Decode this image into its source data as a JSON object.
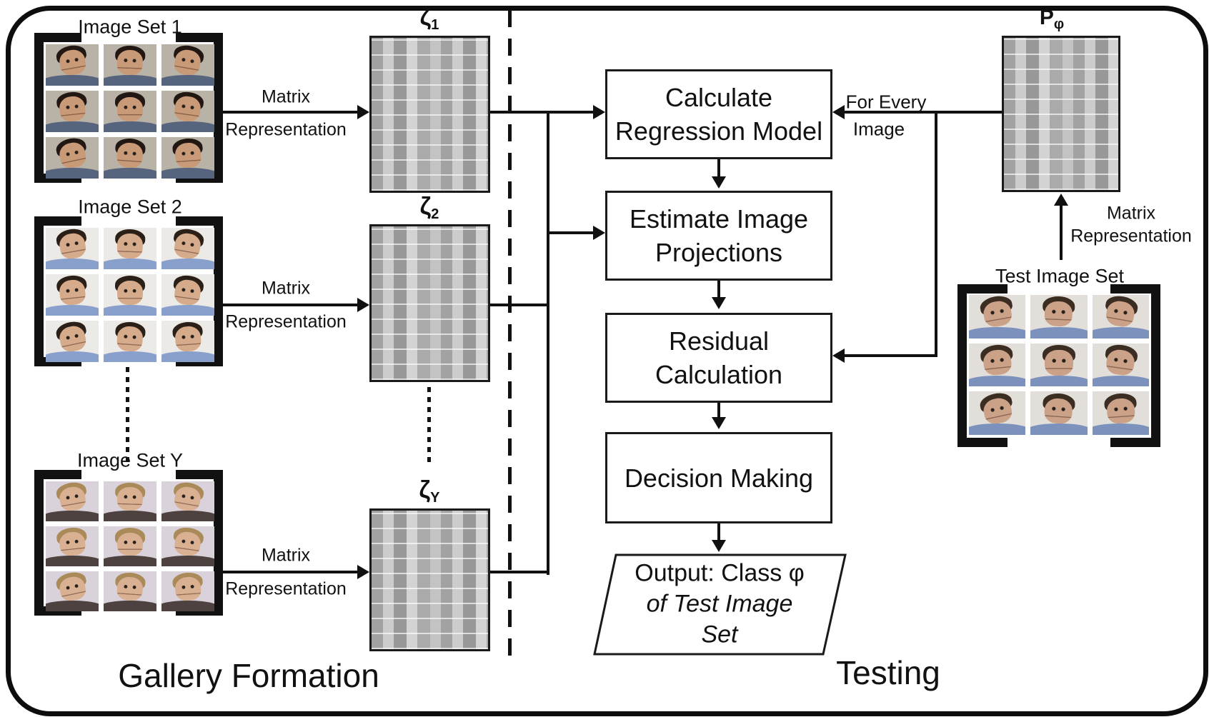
{
  "sections": {
    "gallery": "Gallery Formation",
    "testing": "Testing"
  },
  "labels": {
    "matrix_word": "Matrix",
    "representation_word": "Representation",
    "for_every_line1": "For Every",
    "for_every_line2": "Image"
  },
  "image_sets": [
    {
      "label": "Image Set 1",
      "palette": {
        "bg": "#b9b2a7",
        "skin": "#c99a77",
        "hair": "#221712",
        "shirt": "#56657d"
      }
    },
    {
      "label": "Image Set 2",
      "palette": {
        "bg": "#eceae6",
        "skin": "#d6ab8b",
        "hair": "#2b2018",
        "shirt": "#8aa0cc"
      }
    },
    {
      "label": "Image Set Y",
      "palette": {
        "bg": "#d9d2db",
        "skin": "#d9b091",
        "hair": "#a98a58",
        "shirt": "#4e4240"
      }
    }
  ],
  "test_set": {
    "label": "Test Image Set",
    "palette": {
      "bg": "#e2dfda",
      "skin": "#cba287",
      "hair": "#3b2d22",
      "shirt": "#7c92bd"
    }
  },
  "matrices": [
    {
      "symbol": "ζ",
      "sub": "1"
    },
    {
      "symbol": "ζ",
      "sub": "2"
    },
    {
      "symbol": "ζ",
      "sub": "Y"
    }
  ],
  "p_matrix": {
    "symbol": "P",
    "sub": "φ"
  },
  "flow_boxes": [
    {
      "lines": [
        "Calculate",
        "Regression Model"
      ]
    },
    {
      "lines": [
        "Estimate Image",
        "Projections"
      ]
    },
    {
      "lines": [
        "Residual",
        "Calculation"
      ]
    },
    {
      "lines": [
        "Decision Making"
      ]
    }
  ],
  "output": {
    "lines": [
      "Output: Class φ",
      "of Test Image",
      "Set"
    ]
  },
  "face_poses": [
    -10,
    2,
    10,
    -6,
    0,
    8,
    -12,
    4,
    -4
  ],
  "colors": {
    "ink": "#111111",
    "matrix_dark": "#9a9a9a",
    "matrix_light": "#cccccc"
  }
}
